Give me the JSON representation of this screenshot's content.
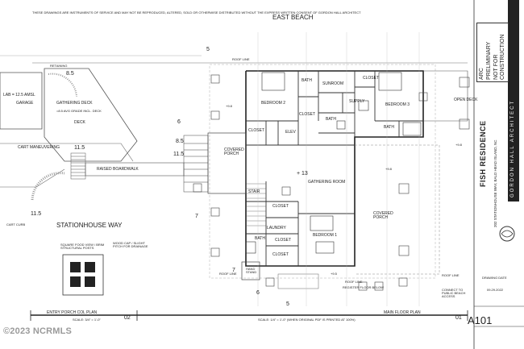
{
  "header": {
    "disclaimer": "THESE DRAWINGS ARE INSTRUMENTS OF SERVICE AND MAY NOT BE REPRODUCED, ALTERED, SOLD OR OTHERWISE DISTRIBUTED WITHOUT THE EXPRESS WRITTEN CONSENT OF GORDON HALL ARCHITECT",
    "north_label": "EAST BEACH"
  },
  "dimensions": {
    "top": "5",
    "left": "6",
    "mid_left": "7",
    "lower_left": "7",
    "bottom": "5",
    "bottom_right": "6"
  },
  "rooms": {
    "bedroom2": "BEDROOM 2",
    "bath_top": "BATH",
    "sunroom": "SUNROOM",
    "closet_top": "CLOSET",
    "bedroom3": "BEDROOM 3",
    "closet_b2": "CLOSET",
    "closet_mid": "CLOSET",
    "elev": "ELEV",
    "bath_mid": "BATH",
    "supply": "SUPPLY",
    "bath_right": "BATH",
    "open_deck": "OPEN DECK",
    "covered_porch_left": "COVERED PORCH",
    "gathering_room": "GATHERING ROOM",
    "stair": "STAIR",
    "closet_stair": "CLOSET",
    "laundry": "LAUNDRY",
    "bath_low": "BATH",
    "closet_low": "CLOSET",
    "bedroom1": "BEDROOM 1",
    "covered_porch_right": "COVERED PORCH",
    "hand_stand": "HAND STAND",
    "closet_b1": "CLOSET"
  },
  "site": {
    "garage": "GARAGE",
    "lab_note": "LAB = 12.5 AMSL",
    "gathering_deck": "GATHERING DECK",
    "gathering_deck_note": "=8.5 AVG GRADE INCL. DECK",
    "deck": "DECK",
    "cart_maneuvering": "CART MANEUVERING",
    "raised_boardwalk": "RAISED BOARDWALK",
    "street": "STATIONHOUSE WAY",
    "cart_curb": "CART CURB",
    "col_note": "SQUARE FOOD VIEW / BRIM STRUCTURAL POSTS",
    "col_note2": "WOOD CAP / SLIGHT PITCH FOR DRAINAGE",
    "retaining": "RETAINING",
    "roof_line_top": "ROOF LINE",
    "roof_line_bottom": "ROOF LINE",
    "roof_line_bottom2": "ROOF LINE",
    "roof_line_right": "ROOF LINE",
    "connect_note": "CONNECT TO PUBLIC BEACH ACCESS",
    "register": "REGISTER FLOOR BELOW"
  },
  "elevations": {
    "el1": "8.5",
    "el2": "11.5",
    "el3": "11.5",
    "el4": "+ 13",
    "el5": "+9.8",
    "el6": "+9.8",
    "el7": "+9.8",
    "el8": "+9.5",
    "el9": "11.5",
    "el10": "8.5"
  },
  "title_block": {
    "stamp_line1": "ARC",
    "stamp_line2": "PRELIMINARY",
    "stamp_line3": "NOT FOR",
    "stamp_line4": "CONSTRUCTION",
    "project": "FISH RESIDENCE",
    "address": "202 STATIONHOUSE WAY, BALD HEAD ISLAND, NC",
    "firm": "GORDON HALL ARCHITECT",
    "drawing_date_label": "DRAWING DATE",
    "drawing_date": "09.29.2022",
    "sheet": "A101"
  },
  "plan_titles": {
    "left_title": "ENTRY PORCH COL PLAN",
    "left_scale": "SCALE: 3/4\" = 1'-0\"",
    "left_num": "02",
    "right_title": "MAIN FLOOR PLAN",
    "right_scale": "SCALE: 1/4\" = 1'-0\" (WHEN ORIGINAL PDF IS PRINTED AT 100%)",
    "right_num": "01"
  },
  "watermark": "©2023 NCRMLS"
}
